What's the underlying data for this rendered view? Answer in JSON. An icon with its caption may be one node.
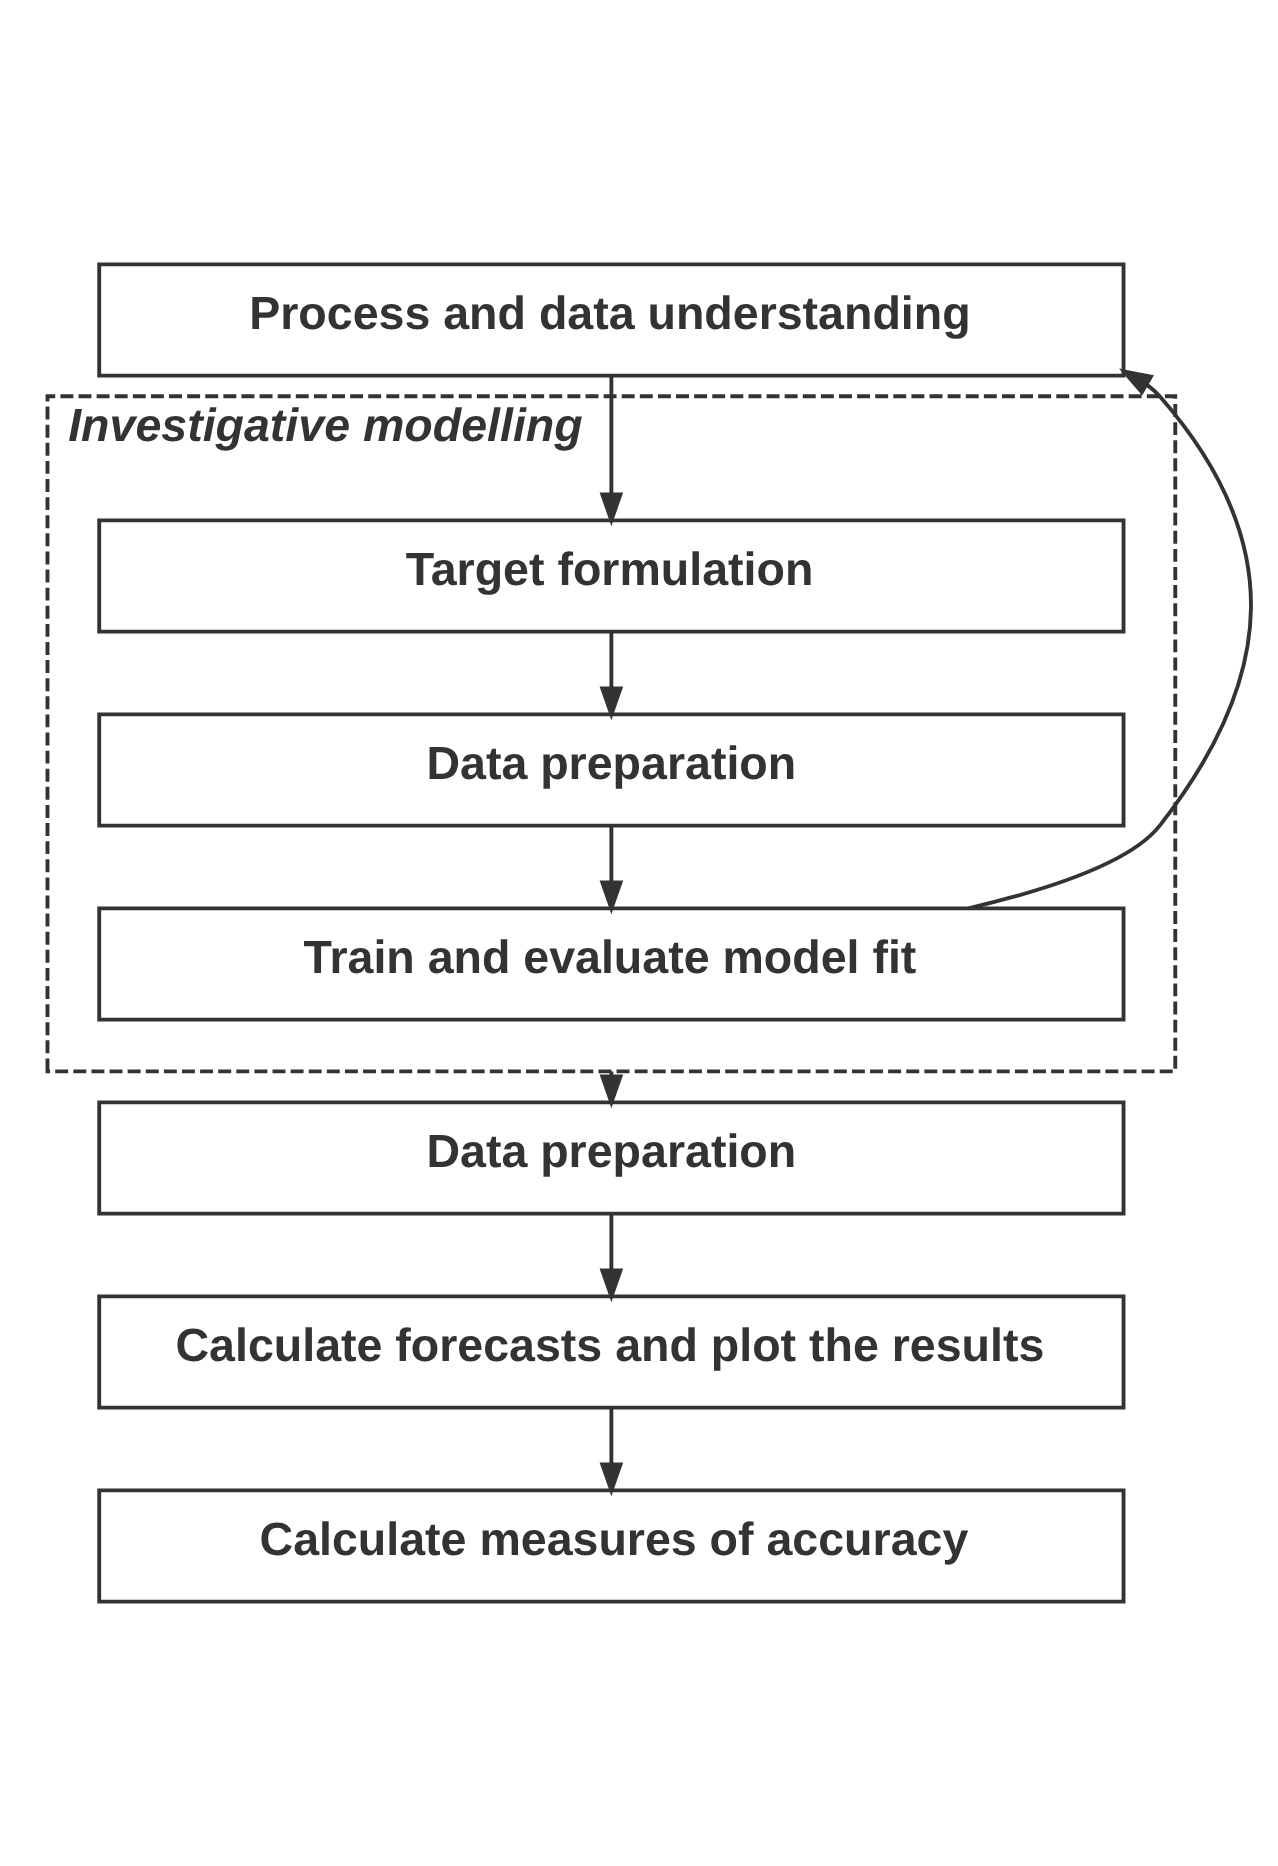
{
  "diagram": {
    "nodes": [
      {
        "text": [
          "Process and data understanding"
        ]
      },
      {
        "text": [
          "Investigative modelling"
        ]
      },
      {
        "text": [
          "Target formulation"
        ],
        "in": 1
      },
      {
        "text": [
          "Data preparation"
        ],
        "in": 1
      },
      {
        "text": [
          "Train and evaluate model fit"
        ],
        "in": 1
      },
      {
        "text": [
          "Data preparation"
        ]
      },
      {
        "text": [
          "Calculate forecasts and plot the results"
        ]
      },
      {
        "text": [
          "Calculate measures of accuracy"
        ]
      }
    ],
    "edges": [
      {
        "from": 0,
        "to": 2,
        "arrow": "to"
      },
      {
        "from": 2,
        "to": 3,
        "arrow": "to"
      },
      {
        "from": 3,
        "to": 4,
        "arrow": "to"
      },
      {
        "from": 4,
        "to": 0,
        "arrow": "to"
      },
      {
        "from": 1,
        "to": 5,
        "arrow": "to"
      },
      {
        "from": 5,
        "to": 6,
        "arrow": "to"
      },
      {
        "from": 6,
        "to": 7,
        "arrow": "to"
      }
    ]
  }
}
